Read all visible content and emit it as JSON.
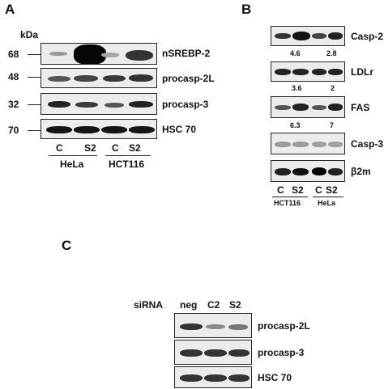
{
  "panelA": {
    "letter": "A",
    "unit": "kDa",
    "rows": [
      {
        "mw": "68",
        "label": "nSREBP-2"
      },
      {
        "mw": "48",
        "label": "procasp-2L"
      },
      {
        "mw": "32",
        "label": "procasp-3"
      },
      {
        "mw": "70",
        "label": "HSC 70"
      }
    ],
    "lanes": [
      "C",
      "S2",
      "C",
      "S2"
    ],
    "groups": [
      "HeLa",
      "HCT116"
    ]
  },
  "panelB": {
    "letter": "B",
    "rows": [
      {
        "label": "Casp-2",
        "fold": [
          "4.6",
          "2.8"
        ]
      },
      {
        "label": "LDLr",
        "fold": [
          "3.6",
          "2"
        ]
      },
      {
        "label": "FAS",
        "fold": [
          "6.3",
          "7"
        ]
      },
      {
        "label": "Casp-3",
        "fold": [
          "",
          ""
        ]
      },
      {
        "label": "β2m",
        "fold": [
          "",
          ""
        ]
      }
    ],
    "lanes": [
      "C",
      "S2",
      "C",
      "S2"
    ],
    "groups": [
      "HCT116",
      "HeLa"
    ]
  },
  "panelC": {
    "letter": "C",
    "sirna_label": "siRNA",
    "lanes": [
      "neg",
      "C2",
      "S2"
    ],
    "rows": [
      {
        "label": "procasp-2L"
      },
      {
        "label": "procasp-3"
      },
      {
        "label": "HSC 70"
      }
    ]
  }
}
